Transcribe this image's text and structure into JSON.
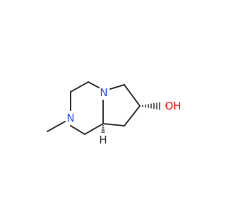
{
  "molecule": {
    "atoms": {
      "n_bridge": {
        "label": "N"
      },
      "n_methyl": {
        "label": "N"
      },
      "hydroxyl": {
        "label": "OH"
      },
      "stereo_h": {
        "label": "H"
      }
    },
    "colors": {
      "bond": "#333333",
      "nitrogen": "#3050f8",
      "oxygen": "#ff0d0d",
      "carbon": "#333333"
    }
  }
}
